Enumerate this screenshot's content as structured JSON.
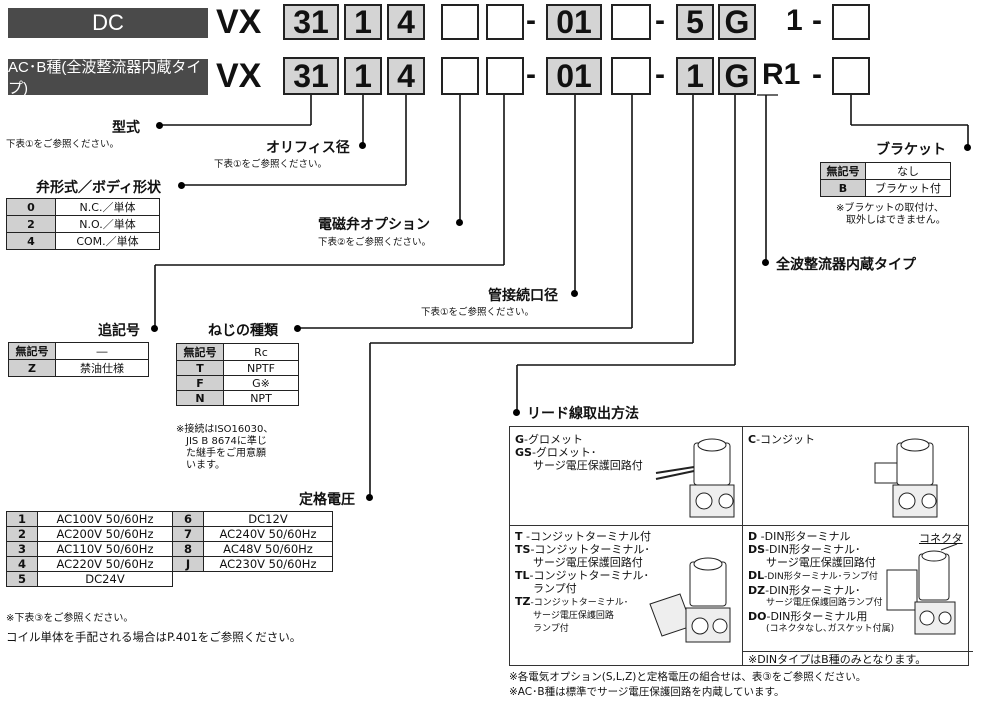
{
  "header": {
    "dc_label": "DC",
    "acb_label": "AC･B種(全波整流器内蔵タイプ)",
    "vx": "VX",
    "row1": {
      "b1": "31",
      "b2": "1",
      "b3": "4",
      "b6": "01",
      "b8": "5",
      "b9": "G",
      "tail": "1"
    },
    "row2": {
      "b1": "31",
      "b2": "1",
      "b3": "4",
      "b6": "01",
      "b8": "1",
      "b9": "G",
      "tail": "R1"
    },
    "dash": "-"
  },
  "model": {
    "label": "型式",
    "note": "下表①をご参照ください。"
  },
  "orifice": {
    "label": "オリフィス径",
    "note": "下表①をご参照ください。"
  },
  "valve_type": {
    "label": "弁形式／ボディ形状",
    "rows": [
      {
        "code": "0",
        "desc": "N.C.／単体"
      },
      {
        "code": "2",
        "desc": "N.O.／単体"
      },
      {
        "code": "4",
        "desc": "COM.／単体"
      }
    ]
  },
  "solenoid_option": {
    "label": "電磁弁オプション",
    "note": "下表②をご参照ください。"
  },
  "port_size": {
    "label": "管接続口径",
    "note": "下表①をご参照ください。"
  },
  "bracket": {
    "label": "ブラケット",
    "rows": [
      {
        "code": "無記号",
        "desc": "なし"
      },
      {
        "code": "B",
        "desc": "ブラケット付"
      }
    ],
    "note1": "※ブラケットの取付け、",
    "note2": "取外しはできません。"
  },
  "rectifier": {
    "label": "全波整流器内蔵タイプ"
  },
  "suffix": {
    "label": "追記号",
    "rows": [
      {
        "code": "無記号",
        "desc": "―"
      },
      {
        "code": "Z",
        "desc": "禁油仕様"
      }
    ]
  },
  "thread": {
    "label": "ねじの種類",
    "rows": [
      {
        "code": "無記号",
        "desc": "Rc"
      },
      {
        "code": "T",
        "desc": "NPTF"
      },
      {
        "code": "F",
        "desc": "G※"
      },
      {
        "code": "N",
        "desc": "NPT"
      }
    ],
    "note_lines": [
      "※接続はISO16030、",
      "JIS B 8674に準じ",
      "た継手をご用意願",
      "います。"
    ]
  },
  "voltage": {
    "label": "定格電圧",
    "rows": [
      {
        "c1": "1",
        "v1": "AC100V 50/60Hz",
        "c2": "6",
        "v2": "DC12V"
      },
      {
        "c1": "2",
        "v1": "AC200V 50/60Hz",
        "c2": "7",
        "v2": "AC240V 50/60Hz"
      },
      {
        "c1": "3",
        "v1": "AC110V 50/60Hz",
        "c2": "8",
        "v2": "AC48V 50/60Hz"
      },
      {
        "c1": "4",
        "v1": "AC220V 50/60Hz",
        "c2": "J",
        "v2": "AC230V 50/60Hz"
      },
      {
        "c1": "5",
        "v1": "DC24V",
        "c2": "",
        "v2": ""
      }
    ],
    "note": "※下表③をご参照ください。",
    "coil_note": "コイル単体を手配される場合はP.401をご参照ください。"
  },
  "lead": {
    "label": "リード線取出方法",
    "q1": [
      {
        "code": "G",
        "text": "-グロメット"
      },
      {
        "code": "GS",
        "text": "-グロメット･"
      },
      {
        "code": "",
        "text": "サージ電圧保護回路付"
      }
    ],
    "q2": [
      {
        "code": "C",
        "text": "-コンジット"
      }
    ],
    "q3": [
      {
        "code": "T",
        "text": "-コンジットターミナル付"
      },
      {
        "code": "TS",
        "text": "-コンジットターミナル･"
      },
      {
        "code": "",
        "text": "サージ電圧保護回路付"
      },
      {
        "code": "TL",
        "text": "-コンジットターミナル･"
      },
      {
        "code": "",
        "text": "ランプ付"
      },
      {
        "code": "TZ",
        "text": "-コンジットターミナル･"
      },
      {
        "code": "",
        "text": "サージ電圧保護回路"
      },
      {
        "code": "",
        "text": "ランプ付"
      }
    ],
    "q4": [
      {
        "code": "D",
        "text": "-DIN形ターミナル"
      },
      {
        "code": "DS",
        "text": "-DIN形ターミナル･"
      },
      {
        "code": "",
        "text": "サージ電圧保護回路付"
      },
      {
        "code": "DL",
        "text": "-DIN形ターミナル･ランプ付"
      },
      {
        "code": "DZ",
        "text": "-DIN形ターミナル･"
      },
      {
        "code": "",
        "text": "サージ電圧保護回路ランプ付"
      },
      {
        "code": "DO",
        "text": "-DIN形ターミナル用"
      },
      {
        "code": "",
        "text": "(コネクタなし､ガスケット付属)"
      }
    ],
    "connector_label": "コネクタ",
    "din_note": "※DINタイプはB種のみとなります。",
    "foot1": "※各電気オプション(S,L,Z)と定格電圧の組合せは、表③をご参照ください。",
    "foot2": "※AC･B種は標準でサージ電圧保護回路を内蔵しています。"
  }
}
